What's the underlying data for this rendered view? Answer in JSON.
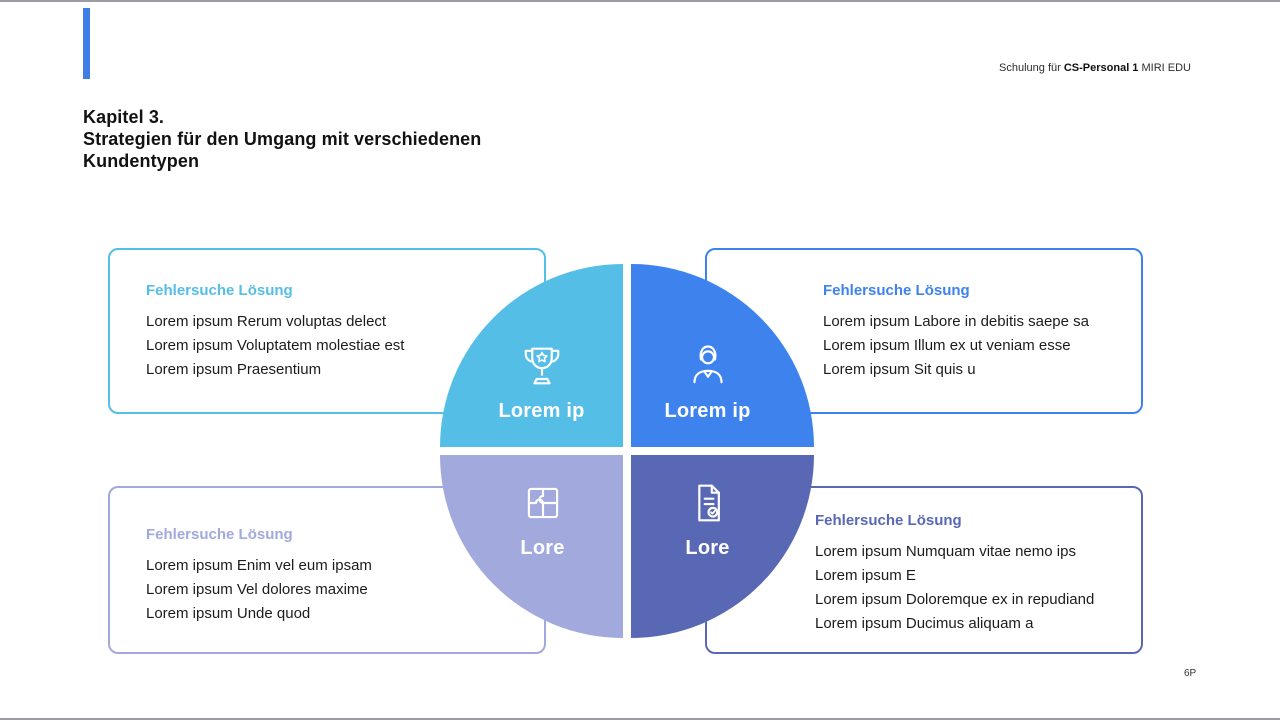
{
  "meta": {
    "header_prefix": "Schulung für ",
    "header_bold": "CS-Personal 1",
    "header_suffix": " MIRI EDU",
    "page_number": "6P"
  },
  "title": {
    "line1": "Kapitel 3.",
    "line2": "Strategien für den Umgang mit verschiedenen",
    "line3": "Kundentypen"
  },
  "colors": {
    "accent-bar": "#3D7EE8",
    "quad-tl": "#55BEE6",
    "quad-tr": "#3E82EE",
    "quad-bl": "#A2A9DC",
    "quad-br": "#5968B5"
  },
  "quadrants": [
    {
      "icon": "trophy-icon",
      "label": "Lorem ip"
    },
    {
      "icon": "support-person-icon",
      "label": "Lorem ip"
    },
    {
      "icon": "puzzle-icon",
      "label": "Lore"
    },
    {
      "icon": "document-icon",
      "label": "Lore"
    }
  ],
  "cards": [
    {
      "heading": "Fehlersuche Lösung",
      "lines": [
        "Lorem ipsum Rerum voluptas delect",
        "Lorem ipsum Voluptatem molestiae est",
        "Lorem ipsum Praesentium"
      ]
    },
    {
      "heading": "Fehlersuche Lösung",
      "lines": [
        "Lorem ipsum Labore in debitis saepe sa",
        "Lorem ipsum Illum ex ut veniam esse",
        "Lorem ipsum Sit quis u"
      ]
    },
    {
      "heading": "Fehlersuche Lösung",
      "lines": [
        "Lorem ipsum Enim vel eum ipsam",
        "Lorem ipsum Vel dolores maxime",
        "Lorem ipsum Unde quod"
      ]
    },
    {
      "heading": "Fehlersuche Lösung",
      "lines": [
        "Lorem ipsum Numquam vitae nemo ips",
        "Lorem ipsum E",
        "Lorem ipsum Doloremque ex in repudiand",
        "Lorem ipsum Ducimus aliquam a"
      ]
    }
  ]
}
